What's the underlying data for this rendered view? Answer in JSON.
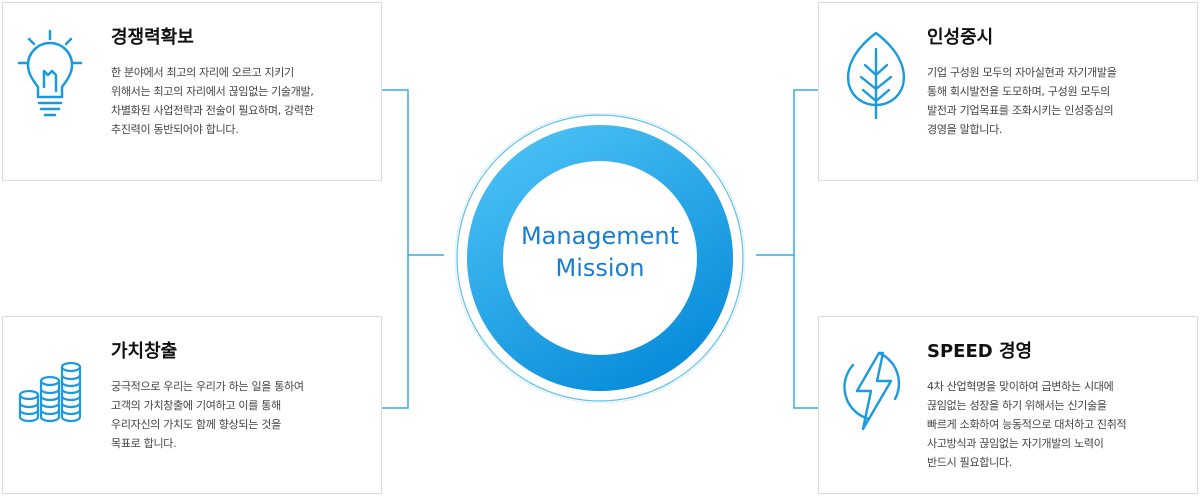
{
  "cards": {
    "top_left": {
      "title": "경쟁력확보",
      "icon": "lightbulb-icon",
      "text": "한 분야에서 최고의 자리에 오르고 지키기\n위해서는 최고의 자리에서 끊임없는 기술개발,\n차별화된 사업전략과 전술이 필요하며, 강력한\n추진력이 동반되어야 합니다."
    },
    "bottom_left": {
      "title": "가치창출",
      "icon": "coin-stack-icon",
      "text": "궁극적으로 우리는 우리가  하는 일을 통하여\n고객의 가치창출에 기여하고 이를 통해\n우리자신의 가치도 함께 향상되는 것을\n목표로 합니다."
    },
    "top_right": {
      "title": "인성중시",
      "icon": "leaf-icon",
      "text": "기업 구성원 모두의 자아실현과 자기개발을\n통해 회시발전을 도모하며, 구성원 모두의\n발전과 기업목표를 조화시키는 인성중심의\n경영을 말합니다."
    },
    "bottom_right": {
      "title": "SPEED 경영",
      "icon": "lightning-icon",
      "text": "4차 산업혁명을 맞이하여 급변하는 시대에\n끊임없는 성장을 하기 위해서는 신기술을\n빠르게 소화하여 능동적으로 대처하고 진취적\n사고방식과 끊임없는 자기개발의 노력이\n 반드시 필요합니다."
    }
  },
  "center": {
    "line1": "Management",
    "line2": "Mission"
  },
  "colors": {
    "accent": "#1a9ae0",
    "ring_light": "#4cc2f5",
    "ring_dark": "#0a8fdc",
    "line": "#3aa9e6",
    "text_center": "#1a7fd0"
  }
}
